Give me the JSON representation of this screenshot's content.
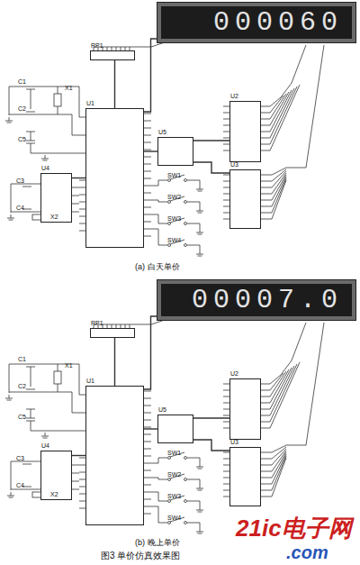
{
  "diagram": {
    "caption": "图3 单价仿真效果图",
    "nodes": [
      {
        "text": [
          "000060"
        ]
      },
      {
        "text": [
          "RP1"
        ]
      },
      {
        "text": [
          "U1"
        ]
      },
      {
        "text": [
          "U4"
        ]
      },
      {
        "text": [
          "U5"
        ]
      },
      {
        "text": [
          "U2"
        ]
      },
      {
        "text": [
          "U3"
        ]
      },
      {
        "text": [
          "00007.0"
        ]
      },
      {
        "text": [
          "RP1"
        ]
      },
      {
        "text": [
          "U1"
        ]
      },
      {
        "text": [
          "U4"
        ]
      },
      {
        "text": [
          "U5"
        ]
      },
      {
        "text": [
          "U2"
        ]
      },
      {
        "text": [
          "U3"
        ]
      }
    ],
    "edges": [
      {
        "from": 2,
        "to": 0,
        "arrow": "none"
      },
      {
        "from": 1,
        "to": 2,
        "arrow": "none"
      },
      {
        "from": 3,
        "to": 2,
        "arrow": "none"
      },
      {
        "from": 2,
        "to": 4,
        "arrow": "none"
      },
      {
        "from": 4,
        "to": 5,
        "arrow": "none"
      },
      {
        "from": 4,
        "to": 6,
        "arrow": "none"
      },
      {
        "from": 9,
        "to": 7,
        "arrow": "none"
      },
      {
        "from": 8,
        "to": 9,
        "arrow": "none"
      },
      {
        "from": 10,
        "to": 9,
        "arrow": "none"
      },
      {
        "from": 9,
        "to": 11,
        "arrow": "none"
      },
      {
        "from": 11,
        "to": 12,
        "arrow": "none"
      },
      {
        "from": 11,
        "to": 13,
        "arrow": "none"
      }
    ],
    "labels": [
      "(a) 白天单价",
      "C1",
      "C2",
      "X1",
      "C5",
      "C3",
      "C4",
      "X2",
      "SW1",
      "SW2",
      "SW3",
      "SW4",
      "(b) 晚上单价",
      "C1",
      "C2",
      "X1",
      "C5",
      "C3",
      "C4",
      "X2",
      "SW1",
      "SW2",
      "SW3",
      "SW4",
      "21ic电子网",
      ".com"
    ]
  }
}
